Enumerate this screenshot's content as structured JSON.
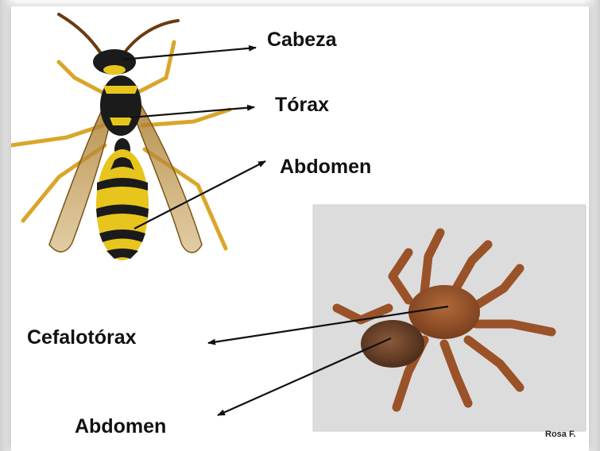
{
  "labels": {
    "wasp_head": "Cabeza",
    "wasp_thorax": "Tórax",
    "wasp_abdomen": "Abdomen",
    "spider_cephalothorax": "Cefalotórax",
    "spider_abdomen": "Abdomen"
  },
  "credit": "Rosa F.",
  "colors": {
    "label_text": "#111111",
    "arrow": "#111111",
    "wasp_yellow": "#e8c51c",
    "wasp_black": "#1b1b1b",
    "wing": "#b0862e",
    "spider_brown": "#8a4a25",
    "photo_background": "#dcdcdc"
  }
}
